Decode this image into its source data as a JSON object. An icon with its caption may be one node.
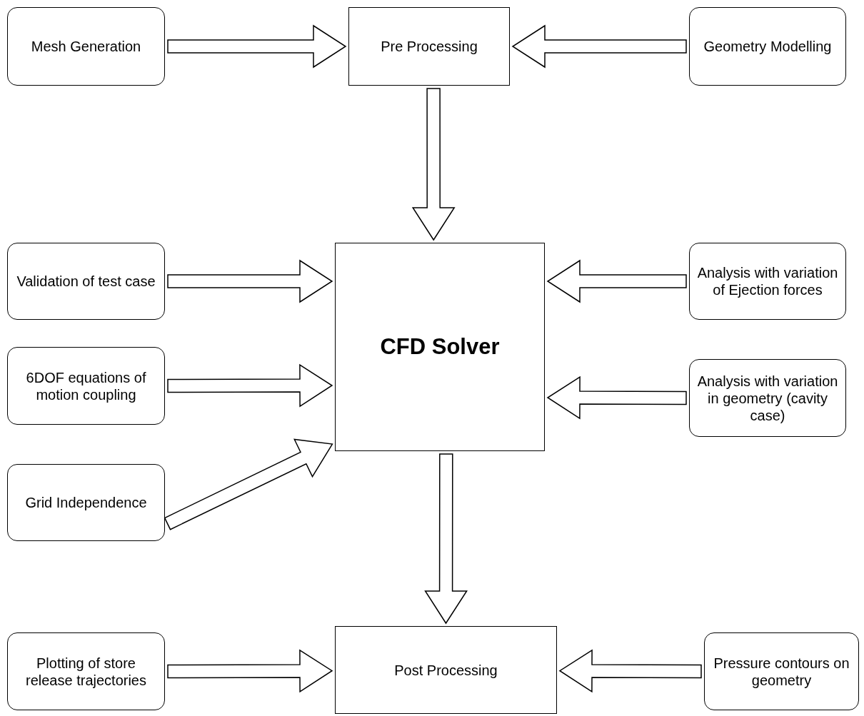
{
  "diagram": {
    "nodes": [
      {
        "text": [
          "Mesh Generation"
        ]
      },
      {
        "text": [
          "Pre Processing"
        ]
      },
      {
        "text": [
          "Geometry Modelling"
        ]
      },
      {
        "text": [
          "Validation of test case"
        ]
      },
      {
        "text": [
          "CFD Solver"
        ]
      },
      {
        "text": [
          "Analysis with variation of Ejection forces"
        ]
      },
      {
        "text": [
          "6DOF equations of motion coupling"
        ]
      },
      {
        "text": [
          "Analysis with variation in geometry (cavity case)"
        ]
      },
      {
        "text": [
          "Grid Independence"
        ]
      },
      {
        "text": [
          "Plotting of store release trajectories"
        ]
      },
      {
        "text": [
          "Post Processing"
        ]
      },
      {
        "text": [
          "Pressure contours on geometry"
        ]
      }
    ],
    "edges": [
      {
        "from": 0,
        "to": 1,
        "arrow": "to"
      },
      {
        "from": 2,
        "to": 1,
        "arrow": "to"
      },
      {
        "from": 1,
        "to": 4,
        "arrow": "to"
      },
      {
        "from": 3,
        "to": 4,
        "arrow": "to"
      },
      {
        "from": 6,
        "to": 4,
        "arrow": "to"
      },
      {
        "from": 8,
        "to": 4,
        "arrow": "to"
      },
      {
        "from": 5,
        "to": 4,
        "arrow": "to"
      },
      {
        "from": 7,
        "to": 4,
        "arrow": "to"
      },
      {
        "from": 4,
        "to": 10,
        "arrow": "to"
      },
      {
        "from": 9,
        "to": 10,
        "arrow": "to"
      },
      {
        "from": 11,
        "to": 10,
        "arrow": "to"
      }
    ]
  }
}
